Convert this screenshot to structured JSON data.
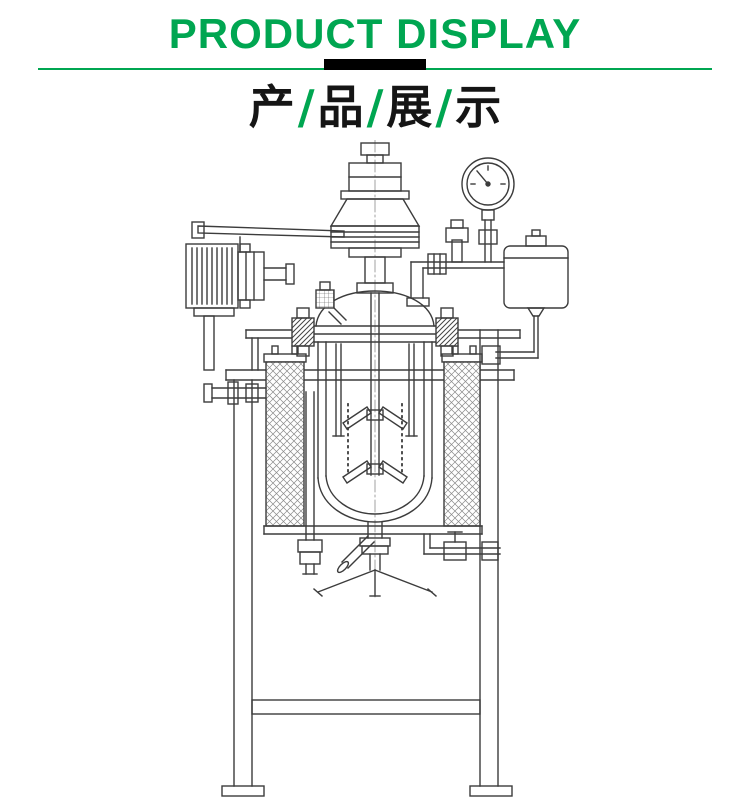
{
  "header": {
    "title": "PRODUCT DISPLAY",
    "accent_color": "#00a651",
    "divider_bar_color": "#000000"
  },
  "subtitle": {
    "chars": [
      "产",
      "品",
      "展",
      "示"
    ],
    "separator": "/"
  },
  "diagram": {
    "line_color": "#3c3c3c",
    "components": [
      "agitator-motor",
      "bellows-seal",
      "pressure-gauge",
      "charge-port",
      "separator-pot",
      "drive-motor",
      "torque-arm",
      "reactor-vessel",
      "lid-clamps",
      "heating-jacket",
      "agitator-impellers",
      "bottom-discharge",
      "tripod-stand",
      "support-frame",
      "side-nozzle",
      "drain-valves"
    ]
  }
}
